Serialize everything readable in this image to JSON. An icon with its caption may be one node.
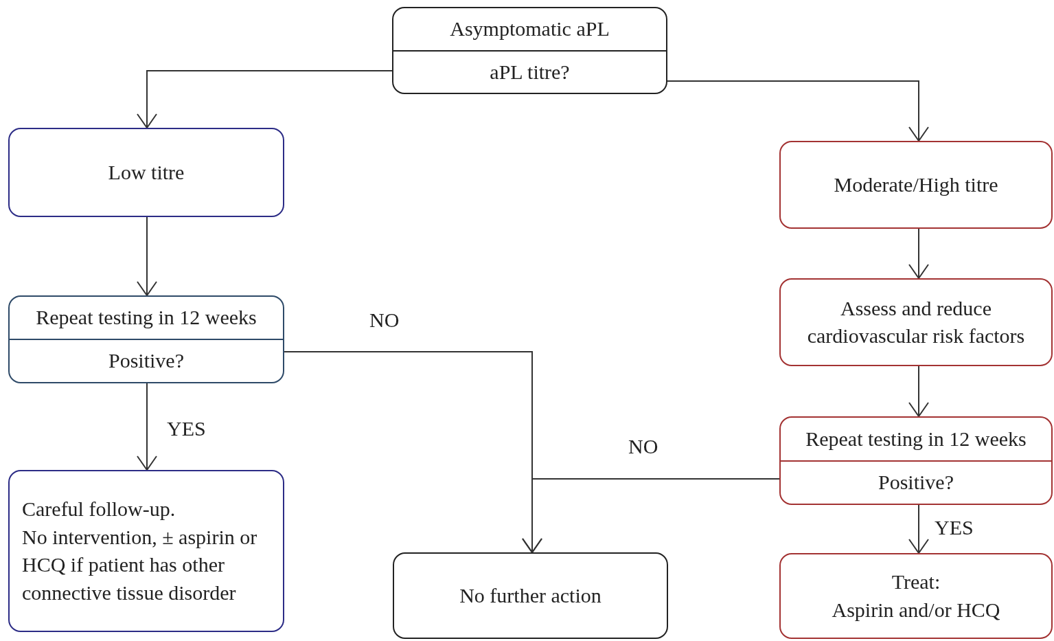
{
  "diagram": {
    "nodes": [
      {
        "text": [
          "Asymptomatic aPL",
          "aPL titre?"
        ]
      },
      {
        "text": [
          "Low titre"
        ]
      },
      {
        "text": [
          "Moderate/High titre"
        ]
      },
      {
        "text": [
          "Repeat testing in 12 weeks",
          "Positive?"
        ]
      },
      {
        "text": [
          "Assess and reduce cardiovascular risk factors"
        ]
      },
      {
        "text": [
          "Careful follow-up.",
          "No intervention, ± aspirin or HCQ if patient has other connective tissue disorder"
        ]
      },
      {
        "text": [
          "No further action"
        ]
      },
      {
        "text": [
          "Repeat testing in 12 weeks",
          "Positive?"
        ]
      },
      {
        "text": [
          "Treat:",
          "Aspirin and/or HCQ"
        ]
      }
    ],
    "edges": [
      {
        "from": 0,
        "to": 1,
        "arrow": "to"
      },
      {
        "from": 0,
        "to": 2,
        "arrow": "to"
      },
      {
        "from": 1,
        "to": 3,
        "arrow": "to"
      },
      {
        "from": 2,
        "to": 4,
        "arrow": "to"
      },
      {
        "from": 3,
        "to": 5,
        "label": "YES",
        "arrow": "to"
      },
      {
        "from": 3,
        "to": 6,
        "label": "NO",
        "arrow": "to"
      },
      {
        "from": 4,
        "to": 7,
        "arrow": "to"
      },
      {
        "from": 7,
        "to": 6,
        "label": "NO",
        "arrow": "to"
      },
      {
        "from": 7,
        "to": 8,
        "label": "YES",
        "arrow": "to"
      }
    ]
  }
}
